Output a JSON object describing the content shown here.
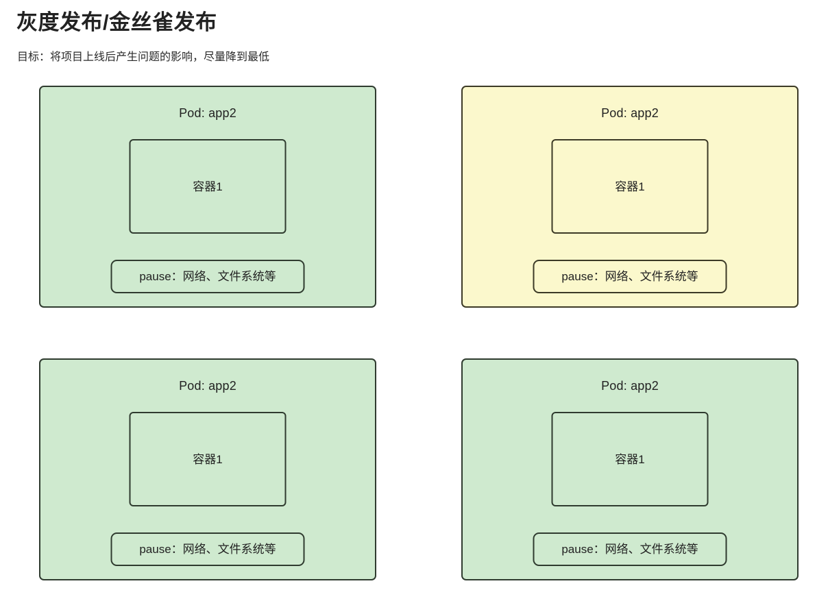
{
  "header": {
    "title": "灰度发布/金丝雀发布",
    "subtitle": "目标：将项目上线后产生问题的影响，尽量降到最低"
  },
  "colors": {
    "pod_green_fill": "#cfeacf",
    "pod_green_border": "#2f3b2f",
    "pod_yellow_fill": "#fbf8cc",
    "pod_yellow_border": "#3c3a26",
    "text": "#222222",
    "background": "#ffffff"
  },
  "diagram": {
    "type": "pod-grid",
    "columns": 2,
    "rows": 2,
    "pods": [
      {
        "id": "pod-top-left",
        "variant": "green",
        "pod_label": "Pod: app2",
        "container_label": "容器1",
        "pause_label": "pause：网络、文件系统等"
      },
      {
        "id": "pod-top-right",
        "variant": "yellow",
        "pod_label": "Pod: app2",
        "container_label": "容器1",
        "pause_label": "pause：网络、文件系统等"
      },
      {
        "id": "pod-bottom-left",
        "variant": "green",
        "pod_label": "Pod: app2",
        "container_label": "容器1",
        "pause_label": "pause：网络、文件系统等"
      },
      {
        "id": "pod-bottom-right",
        "variant": "green",
        "pod_label": "Pod: app2",
        "container_label": "容器1",
        "pause_label": "pause：网络、文件系统等"
      }
    ]
  }
}
